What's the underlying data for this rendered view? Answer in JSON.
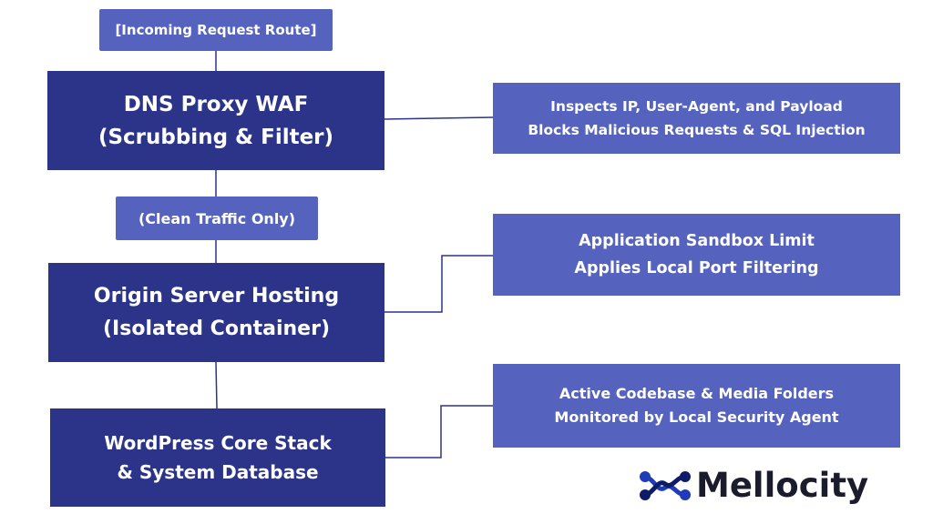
{
  "labels": {
    "incoming": "[Incoming Request Route]",
    "clean": "(Clean Traffic Only)"
  },
  "main_boxes": [
    {
      "line1": "DNS Proxy WAF",
      "line2": "(Scrubbing & Filter)"
    },
    {
      "line1": "Origin Server Hosting",
      "line2": "(Isolated Container)"
    },
    {
      "line1": "WordPress Core Stack",
      "line2": "& System Database"
    }
  ],
  "notes": [
    {
      "line1": "Inspects IP, User-Agent, and Payload",
      "line2": "Blocks Malicious Requests & SQL Injection"
    },
    {
      "line1": "Application Sandbox Limit",
      "line2": "Applies Local Port Filtering"
    },
    {
      "line1": "Active Codebase & Media Folders",
      "line2": "Monitored by Local Security Agent"
    }
  ],
  "logo": {
    "text": "Mellocity",
    "icon": "mellocity-logo-icon"
  },
  "colors": {
    "dark_box": "#2b3488",
    "light_box": "#5563bf",
    "connector": "#2b3488"
  }
}
